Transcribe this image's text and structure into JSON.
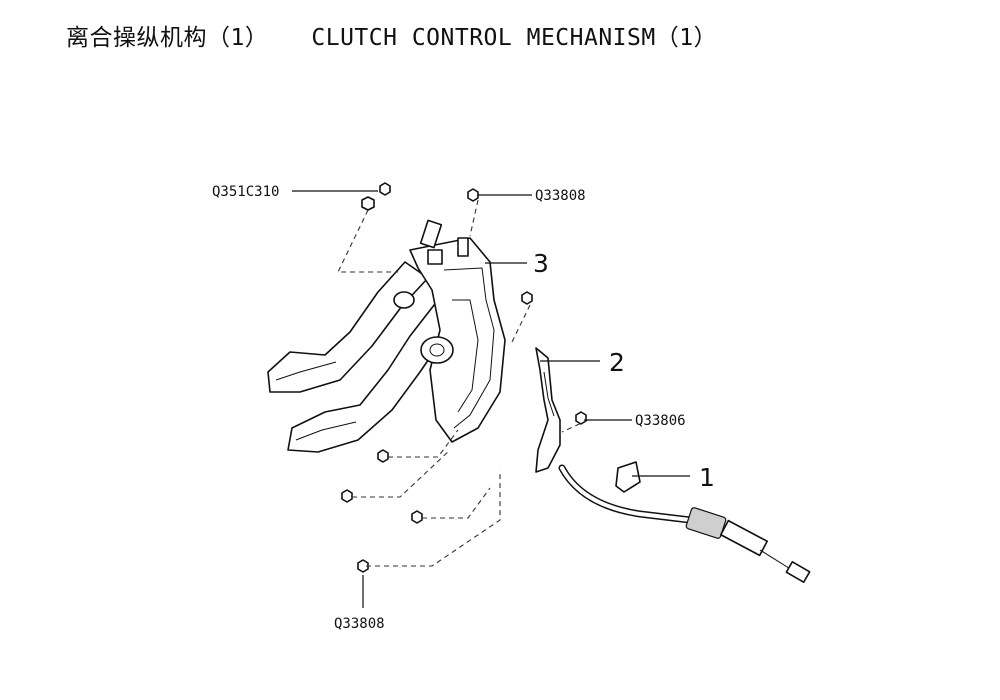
{
  "title": "离合操纵机构（1）   CLUTCH CONTROL MECHANISM（1）",
  "callouts": {
    "q351c310": "Q351C310",
    "q33808_top": "Q33808",
    "item3": "3",
    "item2": "2",
    "q33806": "Q33806",
    "item1": "1",
    "q33808_bottom": "Q33808"
  }
}
